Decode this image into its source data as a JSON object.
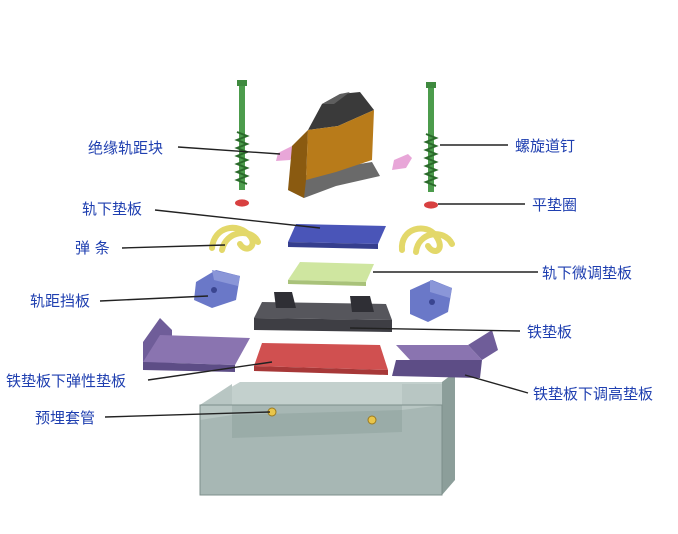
{
  "labels": {
    "insulating_gauge_block": "绝缘轨距块",
    "screw_spike": "螺旋道钉",
    "rail_pad": "轨下垫板",
    "flat_washer": "平垫圈",
    "spring_clip": "弹 条",
    "fine_adjust_pad": "轨下微调垫板",
    "gauge_baffle": "轨距挡板",
    "iron_base_plate": "铁垫板",
    "elastic_pad_under_plate": "铁垫板下弹性垫板",
    "height_adjust_pad_under_plate": "铁垫板下调高垫板",
    "embedded_sleeve": "预埋套管"
  },
  "colors": {
    "label_text": "#1f3fb0",
    "rail": "#4a4a4a",
    "rail_web": "#b87b1a",
    "spike": "#3f8a3f",
    "insulating_block": "#e8a6d8",
    "washer": "#d84040",
    "rail_pad": "#4a55b8",
    "clip": "#e3d86a",
    "fine_pad": "#cfe6a0",
    "baffle": "#6a78c8",
    "iron_plate": "#3e3e44",
    "elastic_pad": "#d05050",
    "height_pad": "#8a74b0",
    "sleeper": "#a7b7b4"
  }
}
